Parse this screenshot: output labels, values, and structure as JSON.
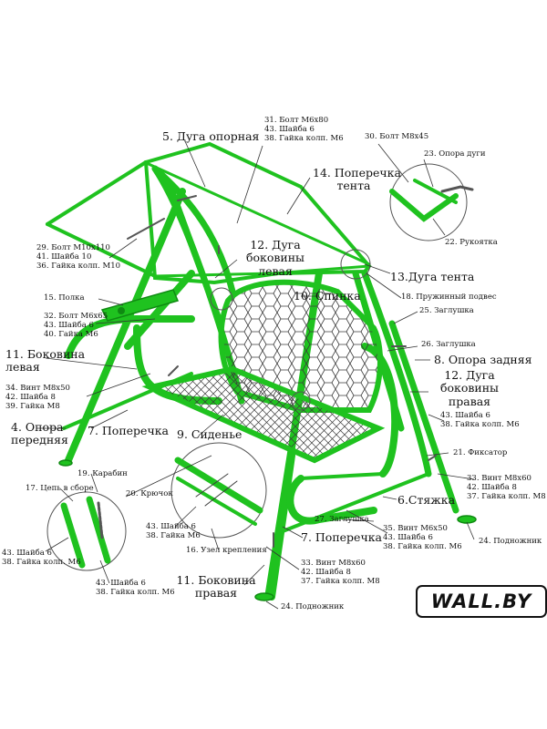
{
  "brand": "WALL.BY",
  "colors": {
    "frame": "#1fc21f",
    "frame_dark": "#0f8a12",
    "mesh": "#3a3a3a",
    "leader": "#333333"
  },
  "labels": {
    "l5": "5. Дуга опорная",
    "l31": [
      "31. Болт М6х80",
      "43. Шайба 6",
      "38. Гайка колп. М6"
    ],
    "l30": "30. Болт М8х45",
    "l23": "23. Опора дуги",
    "l14": [
      "14. Поперечка",
      "тента"
    ],
    "l22": "22. Рукоятка",
    "l29": [
      "29. Болт М10х110",
      "41. Шайба 10",
      "36. Гайка колп. М10"
    ],
    "l12a": [
      "12. Дуга",
      "боковины",
      "левая"
    ],
    "l13": "13.Дуга тента",
    "l15": "15. Полка",
    "l18": "18. Пружинный подвес",
    "l32": [
      "32. Болт М6х65",
      "43. Шайба 6",
      "40. Гайка М6"
    ],
    "l10": "10. Спинка",
    "l25a": "25. Заглушка",
    "l11a": [
      "11. Боковина",
      "левая"
    ],
    "l26": "26. Заглушка",
    "l8": "8. Опора задняя",
    "l34": [
      "34. Винт М8х50",
      "42. Шайба 8",
      "39. Гайка М8"
    ],
    "l12b": [
      "12. Дуга",
      "боковины",
      "правая"
    ],
    "l4": [
      "4. Опора",
      "передняя"
    ],
    "l7a": "7. Поперечка",
    "l43b": [
      "43. Шайба 6",
      "38. Гайка колп. М6"
    ],
    "l9": "9. Сиденье",
    "l21": "21. Фиксатор",
    "l19": "19. Карабин",
    "l17": "17. Цепь в сборе",
    "l20": "20. Крючок",
    "l33a": [
      "33. Винт М8х60",
      "42. Шайба 8",
      "37. Гайка колп. М8"
    ],
    "l6": "6.Стяжка",
    "l27": "27. Заглушка",
    "l43c": [
      "43. Шайба 6",
      "38. Гайка М6"
    ],
    "l35": [
      "35. Винт М6х50",
      "43. Шайба 6",
      "38. Гайка колп. М6"
    ],
    "l7b": "7. Поперечка",
    "l24a": "24. Подножник",
    "l16": "16. Узел крепления",
    "l43d": [
      "43. Шайба 6",
      "38. Гайка колп. М6"
    ],
    "l43e": [
      "43. Шайба 6",
      "38. Гайка колп. М6"
    ],
    "l33b": [
      "33. Винт М8х60",
      "42. Шайба 8",
      "37. Гайка колп. М8"
    ],
    "l11b": [
      "11. Боковина",
      "правая"
    ],
    "l24b": "24. Подножник"
  }
}
